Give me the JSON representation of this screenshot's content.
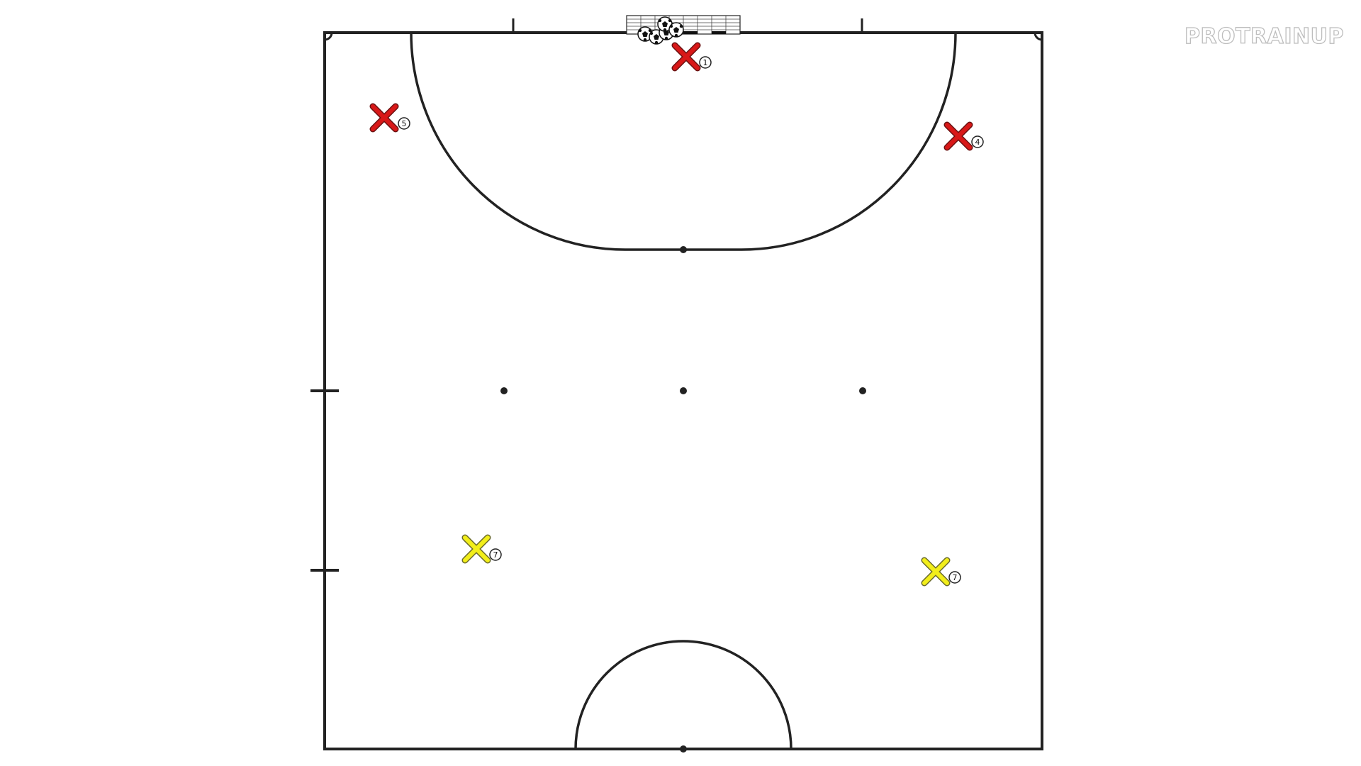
{
  "brand": {
    "text": "PROTRAINUP"
  },
  "colors": {
    "line": "#222222",
    "red_marker": "#d81818",
    "yellow_marker": "#f2ee1a",
    "marker_outline": "#6a6a2a"
  },
  "players": [
    {
      "id": "p1",
      "team": "red",
      "number": "1"
    },
    {
      "id": "p5",
      "team": "red",
      "number": "5"
    },
    {
      "id": "p4",
      "team": "red",
      "number": "4"
    },
    {
      "id": "y7a",
      "team": "yellow",
      "number": "7"
    },
    {
      "id": "y7b",
      "team": "yellow",
      "number": "7"
    }
  ],
  "equipment": {
    "goal": "goal-net-icon",
    "balls": "soccer-ball-icon",
    "ball_count": 5
  }
}
